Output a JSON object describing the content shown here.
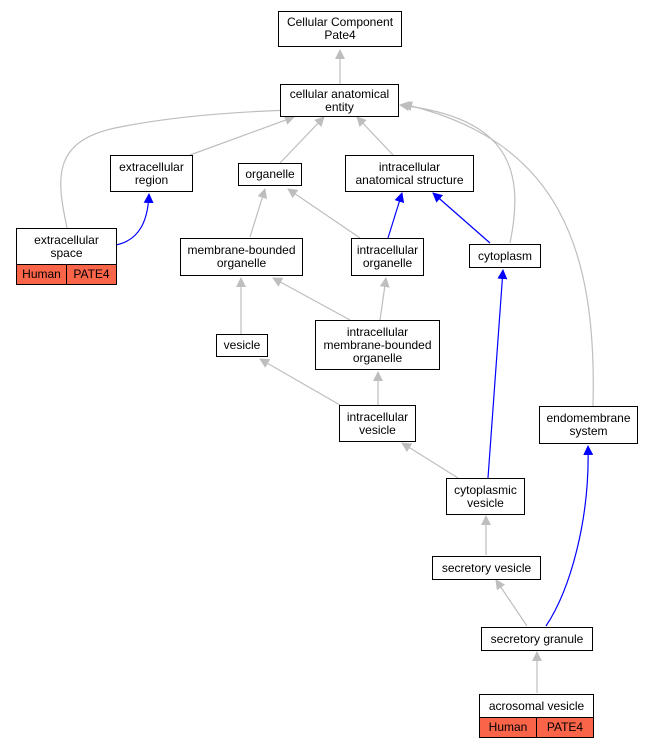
{
  "colors": {
    "is_a_edge": "#bebebe",
    "part_of_edge": "#0000ff",
    "annotation_fill": "#fa6449"
  },
  "nodes": {
    "root": {
      "lines": [
        "Cellular Component",
        "Pate4"
      ]
    },
    "cae": {
      "lines": [
        "cellular anatomical",
        "entity"
      ]
    },
    "extreg": {
      "lines": [
        "extracellular",
        "region"
      ]
    },
    "organelle": {
      "lines": [
        "organelle"
      ]
    },
    "ias": {
      "lines": [
        "intracellular",
        "anatomical structure"
      ]
    },
    "extspace": {
      "lines": [
        "extracellular",
        "space"
      ],
      "annotation": [
        "Human",
        "PATE4"
      ]
    },
    "mbo": {
      "lines": [
        "membrane-bounded",
        "organelle"
      ]
    },
    "io": {
      "lines": [
        "intracellular",
        "organelle"
      ]
    },
    "cytoplasm": {
      "lines": [
        "cytoplasm"
      ]
    },
    "imbo": {
      "lines": [
        "intracellular",
        "membrane-bounded",
        "organelle"
      ]
    },
    "vesicle": {
      "lines": [
        "vesicle"
      ]
    },
    "iv": {
      "lines": [
        "intracellular",
        "vesicle"
      ]
    },
    "endo": {
      "lines": [
        "endomembrane",
        "system"
      ]
    },
    "cv": {
      "lines": [
        "cytoplasmic",
        "vesicle"
      ]
    },
    "sv": {
      "lines": [
        "secretory vesicle"
      ]
    },
    "sg": {
      "lines": [
        "secretory granule"
      ]
    },
    "av": {
      "lines": [
        "acrosomal vesicle"
      ],
      "annotation": [
        "Human",
        "PATE4"
      ]
    }
  }
}
